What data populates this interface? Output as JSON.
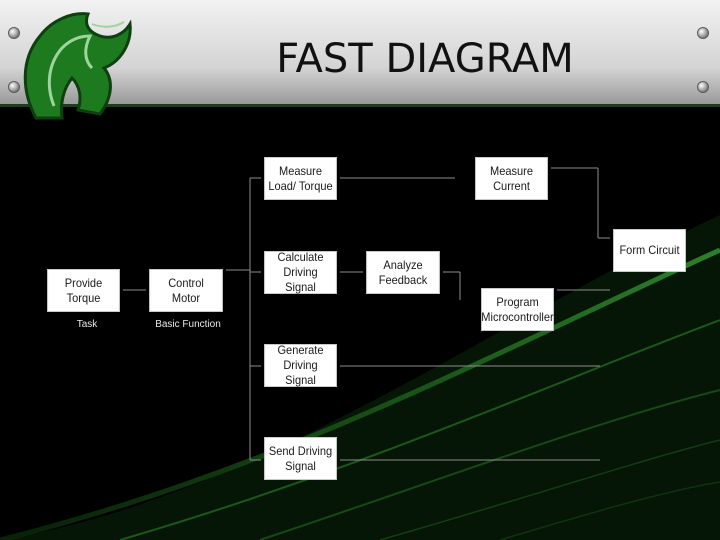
{
  "header": {
    "title": "FAST DIAGRAM"
  },
  "diagram": {
    "boxes": {
      "provide_torque": "Provide Torque",
      "control_motor": "Control Motor",
      "measure_load_torque": "Measure Load/ Torque",
      "calculate_driving_signal": "Calculate Driving Signal",
      "generate_driving_signal": "Generate Driving Signal",
      "send_driving_signal": "Send Driving Signal",
      "analyze_feedback": "Analyze Feedback",
      "measure_current": "Measure Current",
      "program_microcontroller": "Program Microcontroller",
      "form_circuit": "Form Circuit"
    },
    "captions": {
      "task": "Task",
      "basic_function": "Basic Function"
    }
  },
  "colors": {
    "background": "#000000",
    "accent_green": "#1e7a1e",
    "header_silver": "#d4d4d4",
    "box_fill": "#ffffff",
    "connector_line": "#8c8c8c"
  }
}
